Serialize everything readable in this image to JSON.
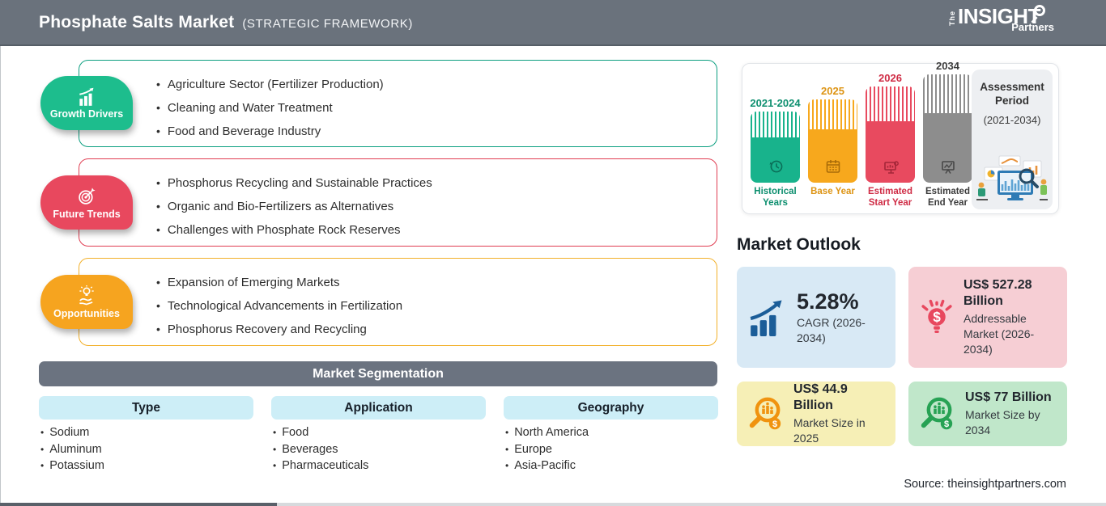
{
  "header": {
    "title": "Phosphate Salts Market",
    "subtitle": "(STRATEGIC FRAMEWORK)",
    "logo": {
      "the": "The",
      "insight": "INSIGHT",
      "partners": "Partners"
    },
    "bg_color": "#6a727c"
  },
  "framework": {
    "rows": [
      {
        "label": "Growth Drivers",
        "color": "#1dbd8d",
        "border_color": "#0c9f80",
        "icon": "growth-chart-icon",
        "items": [
          "Agriculture Sector (Fertilizer Production)",
          "Cleaning and Water Treatment",
          "Food and Beverage Industry"
        ]
      },
      {
        "label": "Future Trends",
        "color": "#e8485e",
        "border_color": "#e03e52",
        "icon": "target-dart-icon",
        "items": [
          "Phosphorus Recycling and Sustainable Practices",
          "Organic and Bio-Fertilizers as Alternatives",
          "Challenges with Phosphate Rock Reserves"
        ]
      },
      {
        "label": "Opportunities",
        "color": "#f6a41f",
        "border_color": "#f2b02a",
        "icon": "idea-hand-icon",
        "items": [
          "Expansion of Emerging Markets",
          "Technological Advancements in Fertilization",
          "Phosphorus Recovery and Recycling"
        ]
      }
    ]
  },
  "segmentation": {
    "title": "Market Segmentation",
    "columns": [
      {
        "header": "Type",
        "items": [
          "Sodium",
          "Aluminum",
          "Potassium"
        ]
      },
      {
        "header": "Application",
        "items": [
          "Food",
          "Beverages",
          "Pharmaceuticals"
        ]
      },
      {
        "header": "Geography",
        "items": [
          "North America",
          "Europe",
          "Asia-Pacific"
        ]
      }
    ]
  },
  "timeline": {
    "bars": [
      {
        "year": "2021-2024",
        "label": "Historical Years",
        "color": "#18b38c",
        "icon": "history-clock-icon"
      },
      {
        "year": "2025",
        "label": "Base Year",
        "color": "#f7a81d",
        "icon": "calendar-icon"
      },
      {
        "year": "2026",
        "label": "Estimated Start Year",
        "color": "#e84a5f",
        "icon": "monitor-chart-icon"
      },
      {
        "year": "2034",
        "label": "Estimated End Year",
        "color": "#8d8d8d",
        "icon": "presentation-icon"
      }
    ],
    "assessment": {
      "title": "Assessment Period",
      "range": "(2021-2034)"
    }
  },
  "outlook": {
    "title": "Market Outlook",
    "cards": [
      {
        "value": "5.28%",
        "label": "CAGR (2026-2034)",
        "bg_color": "#d8e9f5",
        "icon": "cagr-growth-icon",
        "icon_color": "#1b5d98"
      },
      {
        "value": "US$ 527.28 Billion",
        "label": "Addressable Market (2026-2034)",
        "bg_color": "#f6ced4",
        "icon": "bulb-dollar-icon",
        "icon_color": "#e8485e"
      },
      {
        "value": "US$ 44.9 Billion",
        "label": "Market Size in 2025",
        "bg_color": "#f6efb6",
        "icon": "magnifier-chart-icon",
        "icon_color": "#f0930f"
      },
      {
        "value": "US$ 77 Billion",
        "label": "Market Size by 2034",
        "bg_color": "#c0e7ca",
        "icon": "magnifier-chart-icon",
        "icon_color": "#27a254"
      }
    ]
  },
  "source": "Source: theinsightpartners.com"
}
